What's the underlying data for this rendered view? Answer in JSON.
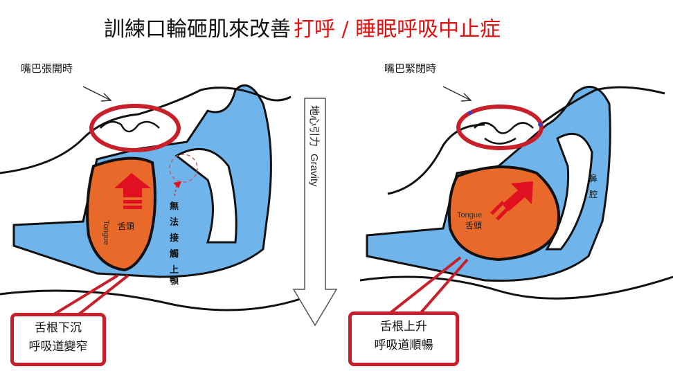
{
  "title": {
    "black": "訓練口輪砸肌來改善",
    "red": "打呼 / 睡眠呼吸中止症"
  },
  "left": {
    "caption": "嘴巴張開時",
    "tongue_en": "Tongue",
    "tongue_zh": "舌頭",
    "note_chars": [
      "無",
      "法",
      "接",
      "觸",
      "上",
      "顎"
    ],
    "box_line1": "舌根下沉",
    "box_line2": "呼吸道變窄"
  },
  "right": {
    "caption": "嘴巴緊閉時",
    "tongue_en": "Tongue",
    "tongue_zh": "舌頭",
    "nasal_chars": [
      "鼻",
      "腔"
    ],
    "box_line1": "舌根上升",
    "box_line2": "呼吸道順暢"
  },
  "gravity": {
    "zh": "地心引力",
    "en": "Gravity"
  },
  "colors": {
    "airway": "#6fb4ea",
    "tongue": "#e8692a",
    "circle": "#c8202a",
    "arrow": "#e01020"
  }
}
